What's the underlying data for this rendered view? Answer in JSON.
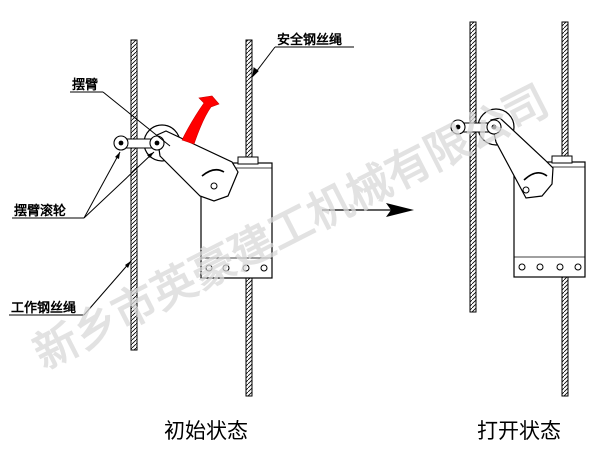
{
  "labels": {
    "safety_rope": "安全钢丝绳",
    "swing_arm": "摆臂",
    "swing_arm_roller": "摆臂滚轮",
    "working_rope": "工作钢丝绳"
  },
  "captions": {
    "initial_state": "初始状态",
    "open_state": "打开状态"
  },
  "watermark": "新乡市英豪建工机械有限公司",
  "colors": {
    "line": "#000000",
    "rotation_arrow": "#ff0000",
    "watermark": "#d9d9d9"
  },
  "icons": {
    "rotation": "curved-arrow-icon",
    "transition": "right-arrow-icon"
  }
}
